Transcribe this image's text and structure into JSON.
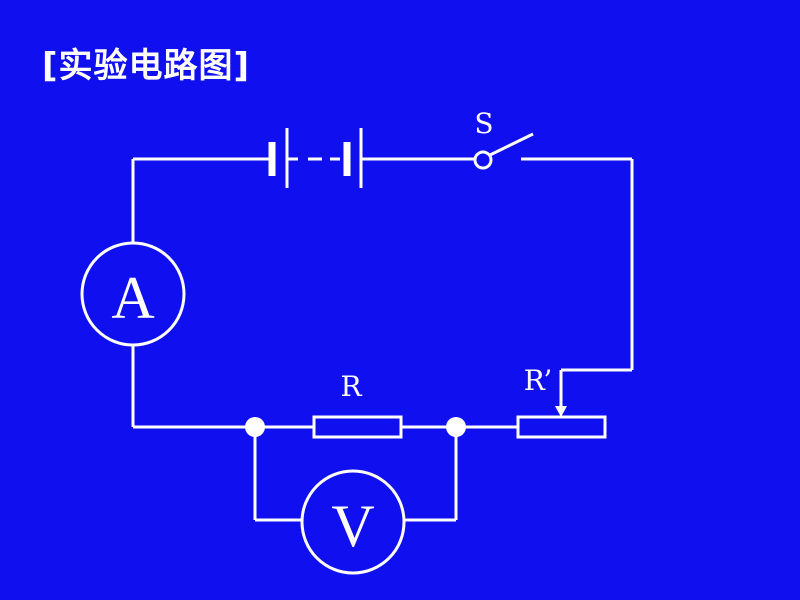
{
  "title": "[实验电路图]",
  "labels": {
    "switch": "S",
    "resistor": "R",
    "rheostat": "R’",
    "ammeter": "A",
    "voltmeter": "V"
  },
  "colors": {
    "background": "#0f0ff0",
    "line": "#ffffff"
  }
}
